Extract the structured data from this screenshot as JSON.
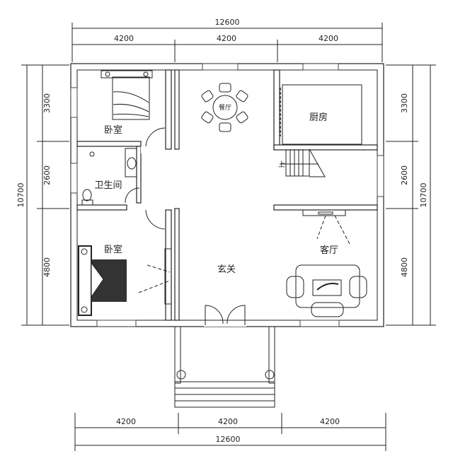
{
  "dimensions": {
    "top_total": "12600",
    "top_segments": [
      "4200",
      "4200",
      "4200"
    ],
    "bottom_total": "12600",
    "bottom_segments": [
      "4200",
      "4200",
      "4200"
    ],
    "left_total": "10700",
    "left_segments": [
      "3300",
      "2600",
      "4800"
    ],
    "right_total": "10700",
    "right_segments": [
      "3300",
      "2600",
      "4800"
    ]
  },
  "rooms": {
    "bedroom_top": "卧室",
    "bathroom": "卫生间",
    "bedroom_bottom": "卧室",
    "dining": "餐厅",
    "kitchen": "厨房",
    "stairs_up": "上",
    "entrance": "玄关",
    "living": "客厅"
  }
}
